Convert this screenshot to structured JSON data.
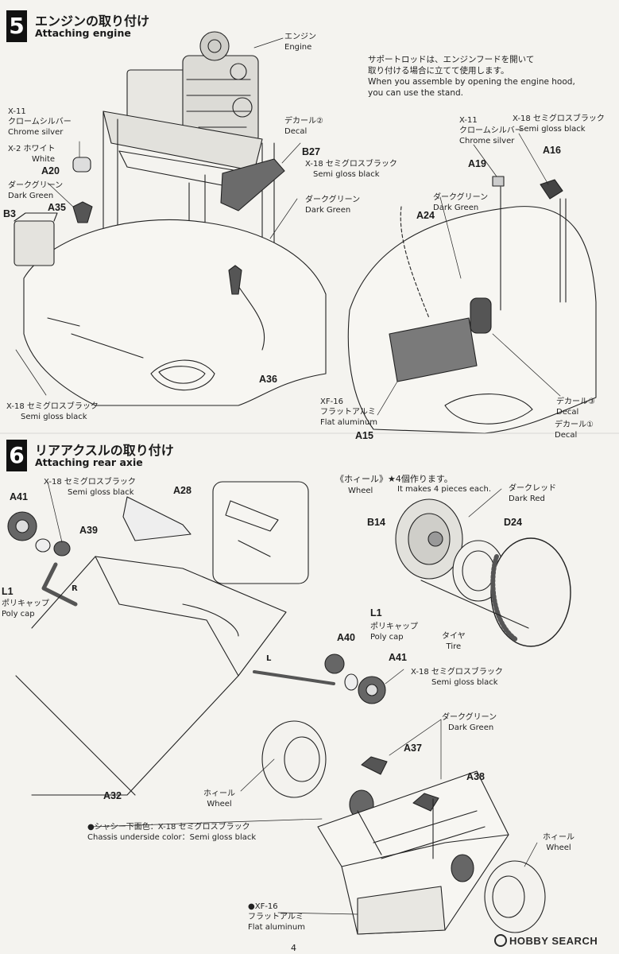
{
  "step5": {
    "number": "5",
    "title_jp": "エンジンの取り付け",
    "title_en": "Attaching engine",
    "labels": {
      "engine_jp": "エンジン",
      "engine_en": "Engine",
      "x11_code": "X-11",
      "x11_jp": "クロームシルバー",
      "x11_en": "Chrome silver",
      "x2_code": "X-2 ホワイト",
      "x2_en": "White",
      "dg_jp": "ダークグリーン",
      "dg_en": "Dark Green",
      "decal2_jp": "デカール②",
      "decal2_en": "Decal",
      "x18_jp": "X-18 セミグロスブラック",
      "x18_en": "Semi gloss black",
      "dg2_jp": "ダークグリーン",
      "dg2_en": "Dark Green",
      "x18b_jp": "X-18 セミグロスブラック",
      "x18b_en": "Semi gloss black",
      "support_jp1": "サポートロッドは、エンジンフードを開いて",
      "support_jp2": "取り付ける場合に立てて使用します。",
      "support_en1": "When you assemble by opening the engine hood,",
      "support_en2": "you can use the stand.",
      "r_x11_code": "X-11",
      "r_x11_jp": "クロームシルバー",
      "r_x11_en": "Chrome silver",
      "r_x18_jp": "X-18 セミグロスブラック",
      "r_x18_en": "Semi gloss black",
      "r_dg_jp": "ダークグリーン",
      "r_dg_en": "Dark Green",
      "xf16_code": "XF-16",
      "xf16_jp": "フラットアルミ",
      "xf16_en": "Flat aluminum",
      "decal3_jp": "デカール③",
      "decal3_en": "Decal",
      "decal1_jp": "デカール①",
      "decal1_en": "Decal"
    },
    "parts": {
      "a20": "A20",
      "a35": "A35",
      "b3": "B3",
      "b27": "B27",
      "a36": "A36",
      "a19": "A19",
      "a16": "A16",
      "a24": "A24",
      "a15": "A15"
    }
  },
  "step6": {
    "number": "6",
    "title_jp": "リアアクスルの取り付け",
    "title_en": "Attaching rear axie",
    "labels": {
      "x18_jp": "X-18 セミグロスブラック",
      "x18_en": "Semi gloss black",
      "polycap_jp": "ポリキャップ",
      "polycap_en": "Poly cap",
      "wheel_title_jp": "《ホィール》★4個作ります。",
      "wheel_title_en": "Wheel",
      "wheel_note_en": "It makes 4 pieces each.",
      "dr_jp": "ダークレッド",
      "dr_en": "Dark Red",
      "tire_jp": "タイヤ",
      "tire_en": "Tire",
      "polycap2_jp": "ポリキャップ",
      "polycap2_en": "Poly cap",
      "x18c_jp": "X-18 セミグロスブラック",
      "x18c_en": "Semi gloss black",
      "dg_jp": "ダークグリーン",
      "dg_en": "Dark Green",
      "wheel_jp": "ホィール",
      "wheel_en": "Wheel",
      "wheel2_jp": "ホィール",
      "wheel2_en": "Wheel",
      "chassis_jp": "●シャシー下面色：X-18 セミグロスブラック",
      "chassis_en": "Chassis underside color：Semi gloss black",
      "xf16_code": "●XF-16",
      "xf16_jp": "フラットアルミ",
      "xf16_en": "Flat aluminum"
    },
    "parts": {
      "a41": "A41",
      "a28": "A28",
      "a39": "A39",
      "l1": "L1",
      "r_mark": "R",
      "b14": "B14",
      "d24": "D24",
      "l1b": "L1",
      "a40": "A40",
      "a41b": "A41",
      "l_mark": "L",
      "a32": "A32",
      "a37": "A37",
      "a38": "A38"
    }
  },
  "footer": {
    "page": "4",
    "watermark": "HOBBY SEARCH"
  }
}
